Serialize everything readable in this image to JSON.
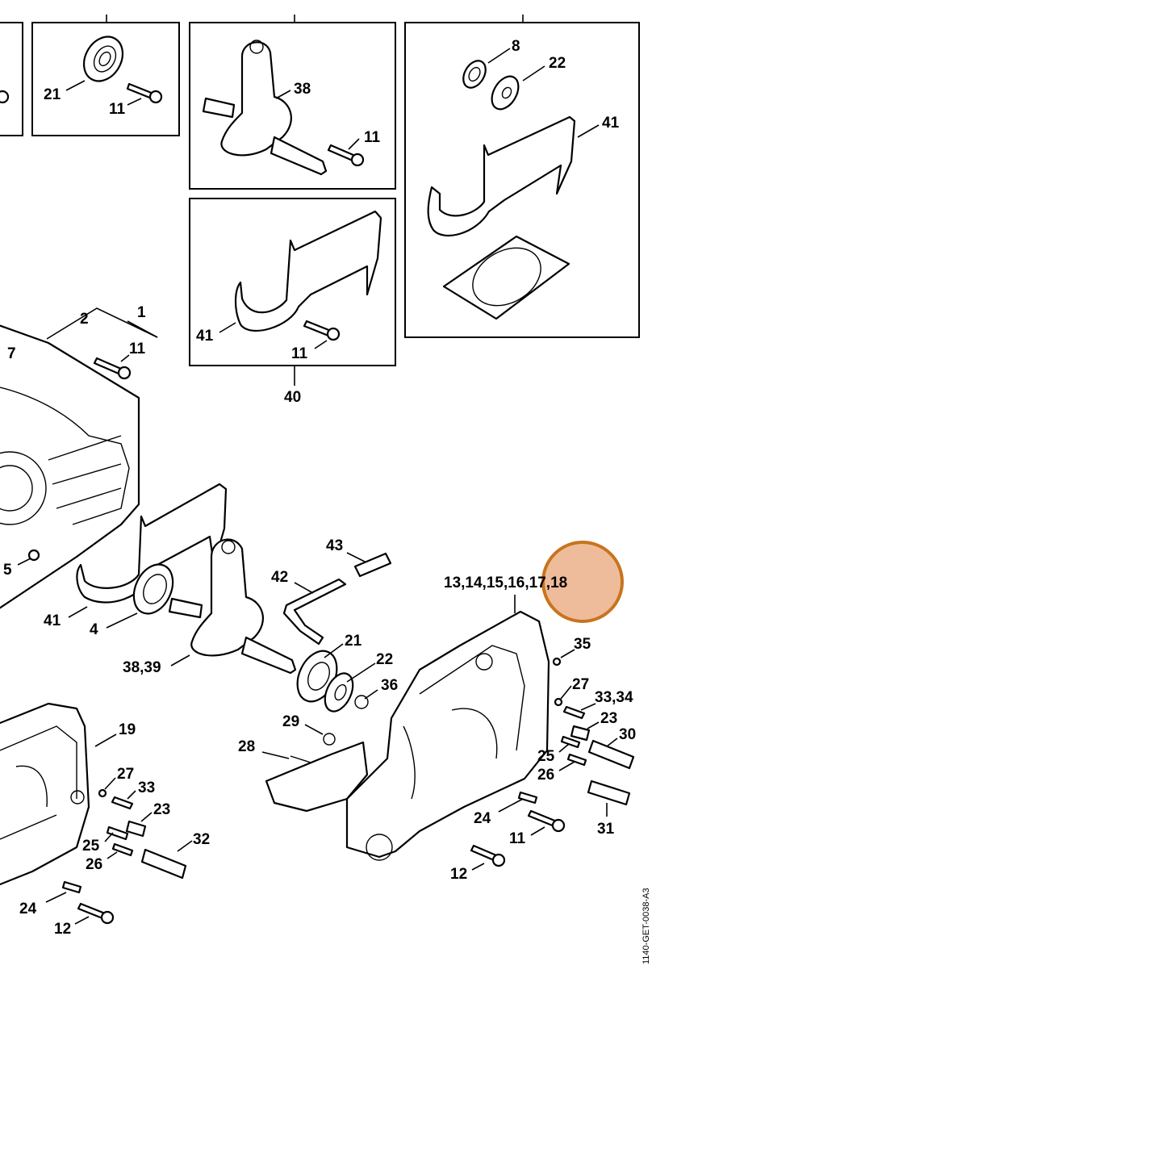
{
  "diagram": {
    "doc_id": "1140-GET-0038-A3",
    "highlight_color": "#E8A070",
    "highlight_stroke": "#C8741E",
    "callouts": {
      "c21_top": "21",
      "c11_top_a": "11",
      "c38": "38",
      "c11_top_b": "11",
      "c8": "8",
      "c22_top": "22",
      "c41_top": "41",
      "c41_mid": "41",
      "c11_mid": "11",
      "c40": "40",
      "c2": "2",
      "c1": "1",
      "c7": "7",
      "c11_left": "11",
      "c43": "43",
      "c42": "42",
      "c5": "5",
      "c41_low": "41",
      "c4": "4",
      "c13_18": "13,14,15,16,17,18",
      "c21_low": "21",
      "c38_39": "38,39",
      "c22_low": "22",
      "c35": "35",
      "c36": "36",
      "c27_right": "27",
      "c33_34": "33,34",
      "c29": "29",
      "c23_right": "23",
      "c28": "28",
      "c30": "30",
      "c25_right": "25",
      "c26_right": "26",
      "c19": "19",
      "c27_left": "27",
      "c33_left": "33",
      "c23_left": "23",
      "c32": "32",
      "c25_left": "25",
      "c26_left": "26",
      "c24_right": "24",
      "c11_right": "11",
      "c31": "31",
      "c12_right": "12",
      "c24_left": "24",
      "c12_left": "12"
    }
  }
}
